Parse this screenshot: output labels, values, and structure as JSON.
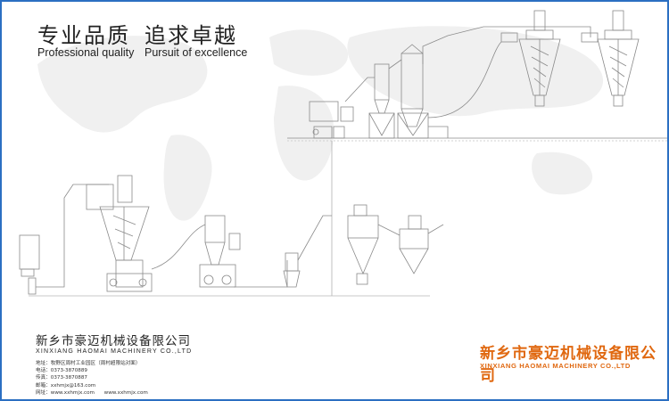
{
  "slogans": {
    "cn_1": "专业品质",
    "cn_2": "追求卓越",
    "en_1": "Professional quality",
    "en_2": "Pursuit of excellence"
  },
  "company_left": {
    "name_cn": "新乡市豪迈机械设备限公司",
    "name_en": "XINXIANG HAOMAI MACHINERY CO.,LTD",
    "contact": [
      "地址：牧野区周村工业园区（周村超限站对面）",
      "电话：0373-3870889",
      "传真：0373-3870887",
      "邮箱：xxhmjx@163.com",
      "网址：www.xxhmjx.com      www.xxhmjx.com"
    ]
  },
  "company_right": {
    "name_cn": "新乡市豪迈机械设备限公司",
    "name_en": "XINXIANG HAOMAI MACHINERY CO.,LTD"
  },
  "colors": {
    "border": "#2b6fc2",
    "accent_orange": "#e06810",
    "line_art": "#8a8a8a"
  }
}
